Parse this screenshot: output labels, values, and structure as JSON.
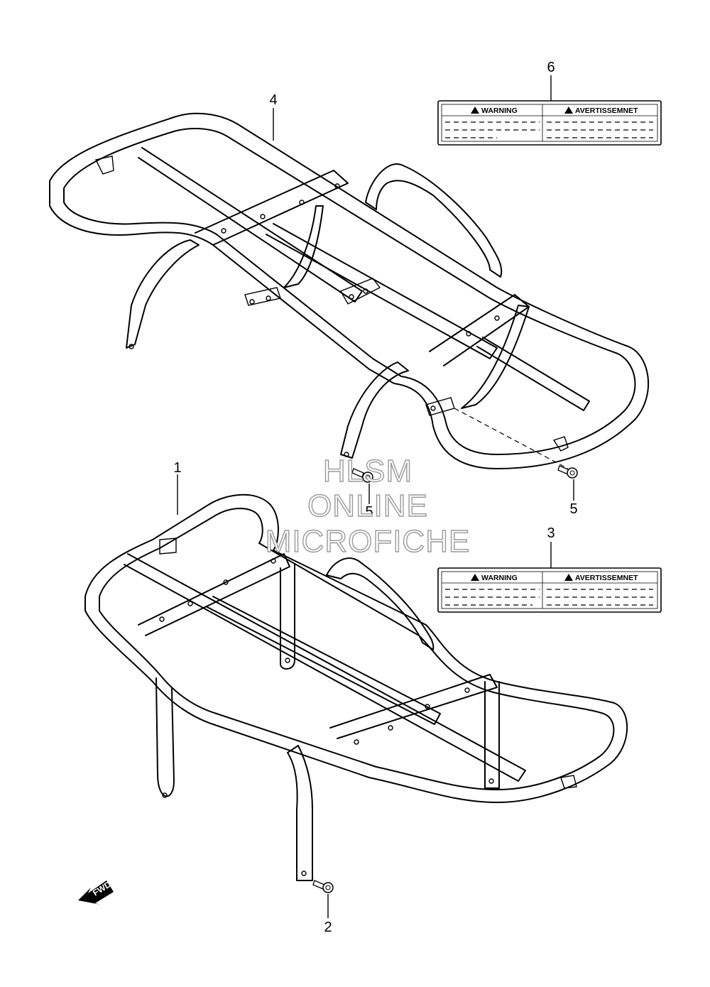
{
  "parts": {
    "p1": "1",
    "p2": "2",
    "p3": "3",
    "p4": "4",
    "p5a": "5",
    "p5b": "5",
    "p6": "6"
  },
  "labels": {
    "warning": "WARNING",
    "avertissement": "AVERTISSEMNET"
  },
  "fwd": "FWD",
  "watermark": {
    "line1": "HLSM",
    "line2": "ONLINE",
    "line3": "MICROFICHE"
  }
}
